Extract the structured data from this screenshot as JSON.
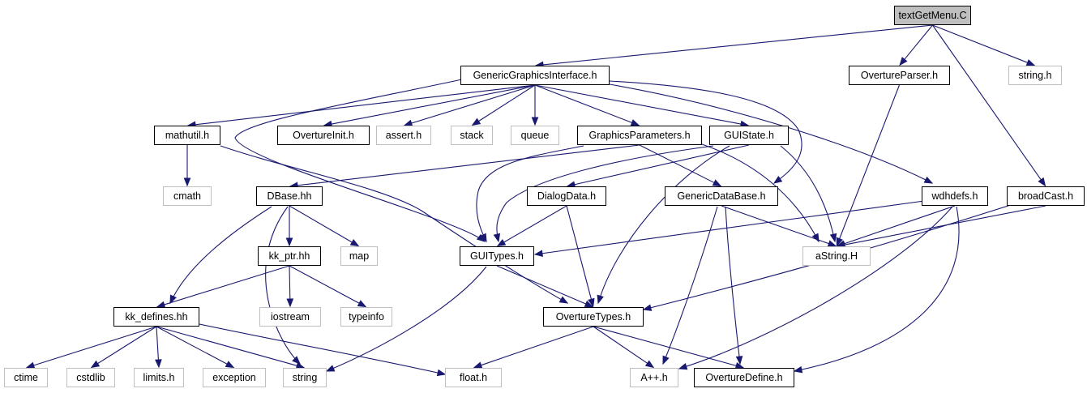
{
  "graph": {
    "edge_color": "#191970",
    "root_fill": "#bfbfbf",
    "documented_border": "#000000",
    "external_border": "#bfbfbf",
    "nodes": [
      {
        "id": "textGetMenu",
        "label": "textGetMenu.C",
        "kind": "root"
      },
      {
        "id": "GenericGraphicsInterface",
        "label": "GenericGraphicsInterface.h",
        "kind": "doc"
      },
      {
        "id": "OvertureParser",
        "label": "OvertureParser.h",
        "kind": "doc"
      },
      {
        "id": "string_h",
        "label": "string.h",
        "kind": "ext"
      },
      {
        "id": "mathutil",
        "label": "mathutil.h",
        "kind": "doc"
      },
      {
        "id": "OvertureInit",
        "label": "OvertureInit.h",
        "kind": "doc"
      },
      {
        "id": "assert",
        "label": "assert.h",
        "kind": "ext"
      },
      {
        "id": "stack",
        "label": "stack",
        "kind": "ext"
      },
      {
        "id": "queue",
        "label": "queue",
        "kind": "ext"
      },
      {
        "id": "GraphicsParameters",
        "label": "GraphicsParameters.h",
        "kind": "doc"
      },
      {
        "id": "GUIState",
        "label": "GUIState.h",
        "kind": "doc"
      },
      {
        "id": "cmath",
        "label": "cmath",
        "kind": "ext"
      },
      {
        "id": "DBase",
        "label": "DBase.hh",
        "kind": "doc"
      },
      {
        "id": "DialogData",
        "label": "DialogData.h",
        "kind": "doc"
      },
      {
        "id": "GenericDataBase",
        "label": "GenericDataBase.h",
        "kind": "doc"
      },
      {
        "id": "wdhdefs",
        "label": "wdhdefs.h",
        "kind": "doc"
      },
      {
        "id": "broadCast",
        "label": "broadCast.h",
        "kind": "doc"
      },
      {
        "id": "kk_ptr",
        "label": "kk_ptr.hh",
        "kind": "doc"
      },
      {
        "id": "map",
        "label": "map",
        "kind": "ext"
      },
      {
        "id": "GUITypes",
        "label": "GUITypes.h",
        "kind": "doc"
      },
      {
        "id": "aString",
        "label": "aString.H",
        "kind": "ext"
      },
      {
        "id": "kk_defines",
        "label": "kk_defines.hh",
        "kind": "doc"
      },
      {
        "id": "iostream",
        "label": "iostream",
        "kind": "ext"
      },
      {
        "id": "typeinfo",
        "label": "typeinfo",
        "kind": "ext"
      },
      {
        "id": "OvertureTypes",
        "label": "OvertureTypes.h",
        "kind": "doc"
      },
      {
        "id": "ctime",
        "label": "ctime",
        "kind": "ext"
      },
      {
        "id": "cstdlib",
        "label": "cstdlib",
        "kind": "ext"
      },
      {
        "id": "limits",
        "label": "limits.h",
        "kind": "ext"
      },
      {
        "id": "exception",
        "label": "exception",
        "kind": "ext"
      },
      {
        "id": "string",
        "label": "string",
        "kind": "ext"
      },
      {
        "id": "float",
        "label": "float.h",
        "kind": "ext"
      },
      {
        "id": "Aplusplus",
        "label": "A++.h",
        "kind": "ext"
      },
      {
        "id": "OvertureDefine",
        "label": "OvertureDefine.h",
        "kind": "doc"
      }
    ],
    "edges": [
      [
        "textGetMenu",
        "GenericGraphicsInterface"
      ],
      [
        "textGetMenu",
        "OvertureParser"
      ],
      [
        "textGetMenu",
        "string_h"
      ],
      [
        "textGetMenu",
        "broadCast"
      ],
      [
        "GenericGraphicsInterface",
        "mathutil"
      ],
      [
        "GenericGraphicsInterface",
        "OvertureInit"
      ],
      [
        "GenericGraphicsInterface",
        "assert"
      ],
      [
        "GenericGraphicsInterface",
        "stack"
      ],
      [
        "GenericGraphicsInterface",
        "queue"
      ],
      [
        "GenericGraphicsInterface",
        "GraphicsParameters"
      ],
      [
        "GenericGraphicsInterface",
        "GUIState"
      ],
      [
        "GenericGraphicsInterface",
        "GenericDataBase"
      ],
      [
        "GenericGraphicsInterface",
        "wdhdefs"
      ],
      [
        "GenericGraphicsInterface",
        "GUITypes"
      ],
      [
        "OvertureParser",
        "aString"
      ],
      [
        "mathutil",
        "cmath"
      ],
      [
        "mathutil",
        "OvertureTypes"
      ],
      [
        "GraphicsParameters",
        "DBase"
      ],
      [
        "GraphicsParameters",
        "GenericDataBase"
      ],
      [
        "GraphicsParameters",
        "aString"
      ],
      [
        "GraphicsParameters",
        "GUITypes"
      ],
      [
        "GUIState",
        "DialogData"
      ],
      [
        "GUIState",
        "aString"
      ],
      [
        "GUIState",
        "GUITypes"
      ],
      [
        "GUIState",
        "OvertureTypes"
      ],
      [
        "DBase",
        "kk_ptr"
      ],
      [
        "DBase",
        "map"
      ],
      [
        "DBase",
        "kk_defines"
      ],
      [
        "DBase",
        "string"
      ],
      [
        "DialogData",
        "GUITypes"
      ],
      [
        "DialogData",
        "OvertureTypes"
      ],
      [
        "GenericDataBase",
        "aString"
      ],
      [
        "GenericDataBase",
        "Aplusplus"
      ],
      [
        "GenericDataBase",
        "OvertureDefine"
      ],
      [
        "wdhdefs",
        "aString"
      ],
      [
        "wdhdefs",
        "GUITypes"
      ],
      [
        "wdhdefs",
        "Aplusplus"
      ],
      [
        "wdhdefs",
        "OvertureDefine"
      ],
      [
        "broadCast",
        "aString"
      ],
      [
        "broadCast",
        "OvertureTypes"
      ],
      [
        "kk_ptr",
        "kk_defines"
      ],
      [
        "kk_ptr",
        "iostream"
      ],
      [
        "kk_ptr",
        "typeinfo"
      ],
      [
        "GUITypes",
        "OvertureTypes"
      ],
      [
        "GUITypes",
        "string"
      ],
      [
        "kk_defines",
        "ctime"
      ],
      [
        "kk_defines",
        "cstdlib"
      ],
      [
        "kk_defines",
        "limits"
      ],
      [
        "kk_defines",
        "exception"
      ],
      [
        "kk_defines",
        "string"
      ],
      [
        "kk_defines",
        "float"
      ],
      [
        "OvertureTypes",
        "float"
      ],
      [
        "OvertureTypes",
        "Aplusplus"
      ],
      [
        "OvertureTypes",
        "OvertureDefine"
      ]
    ]
  }
}
